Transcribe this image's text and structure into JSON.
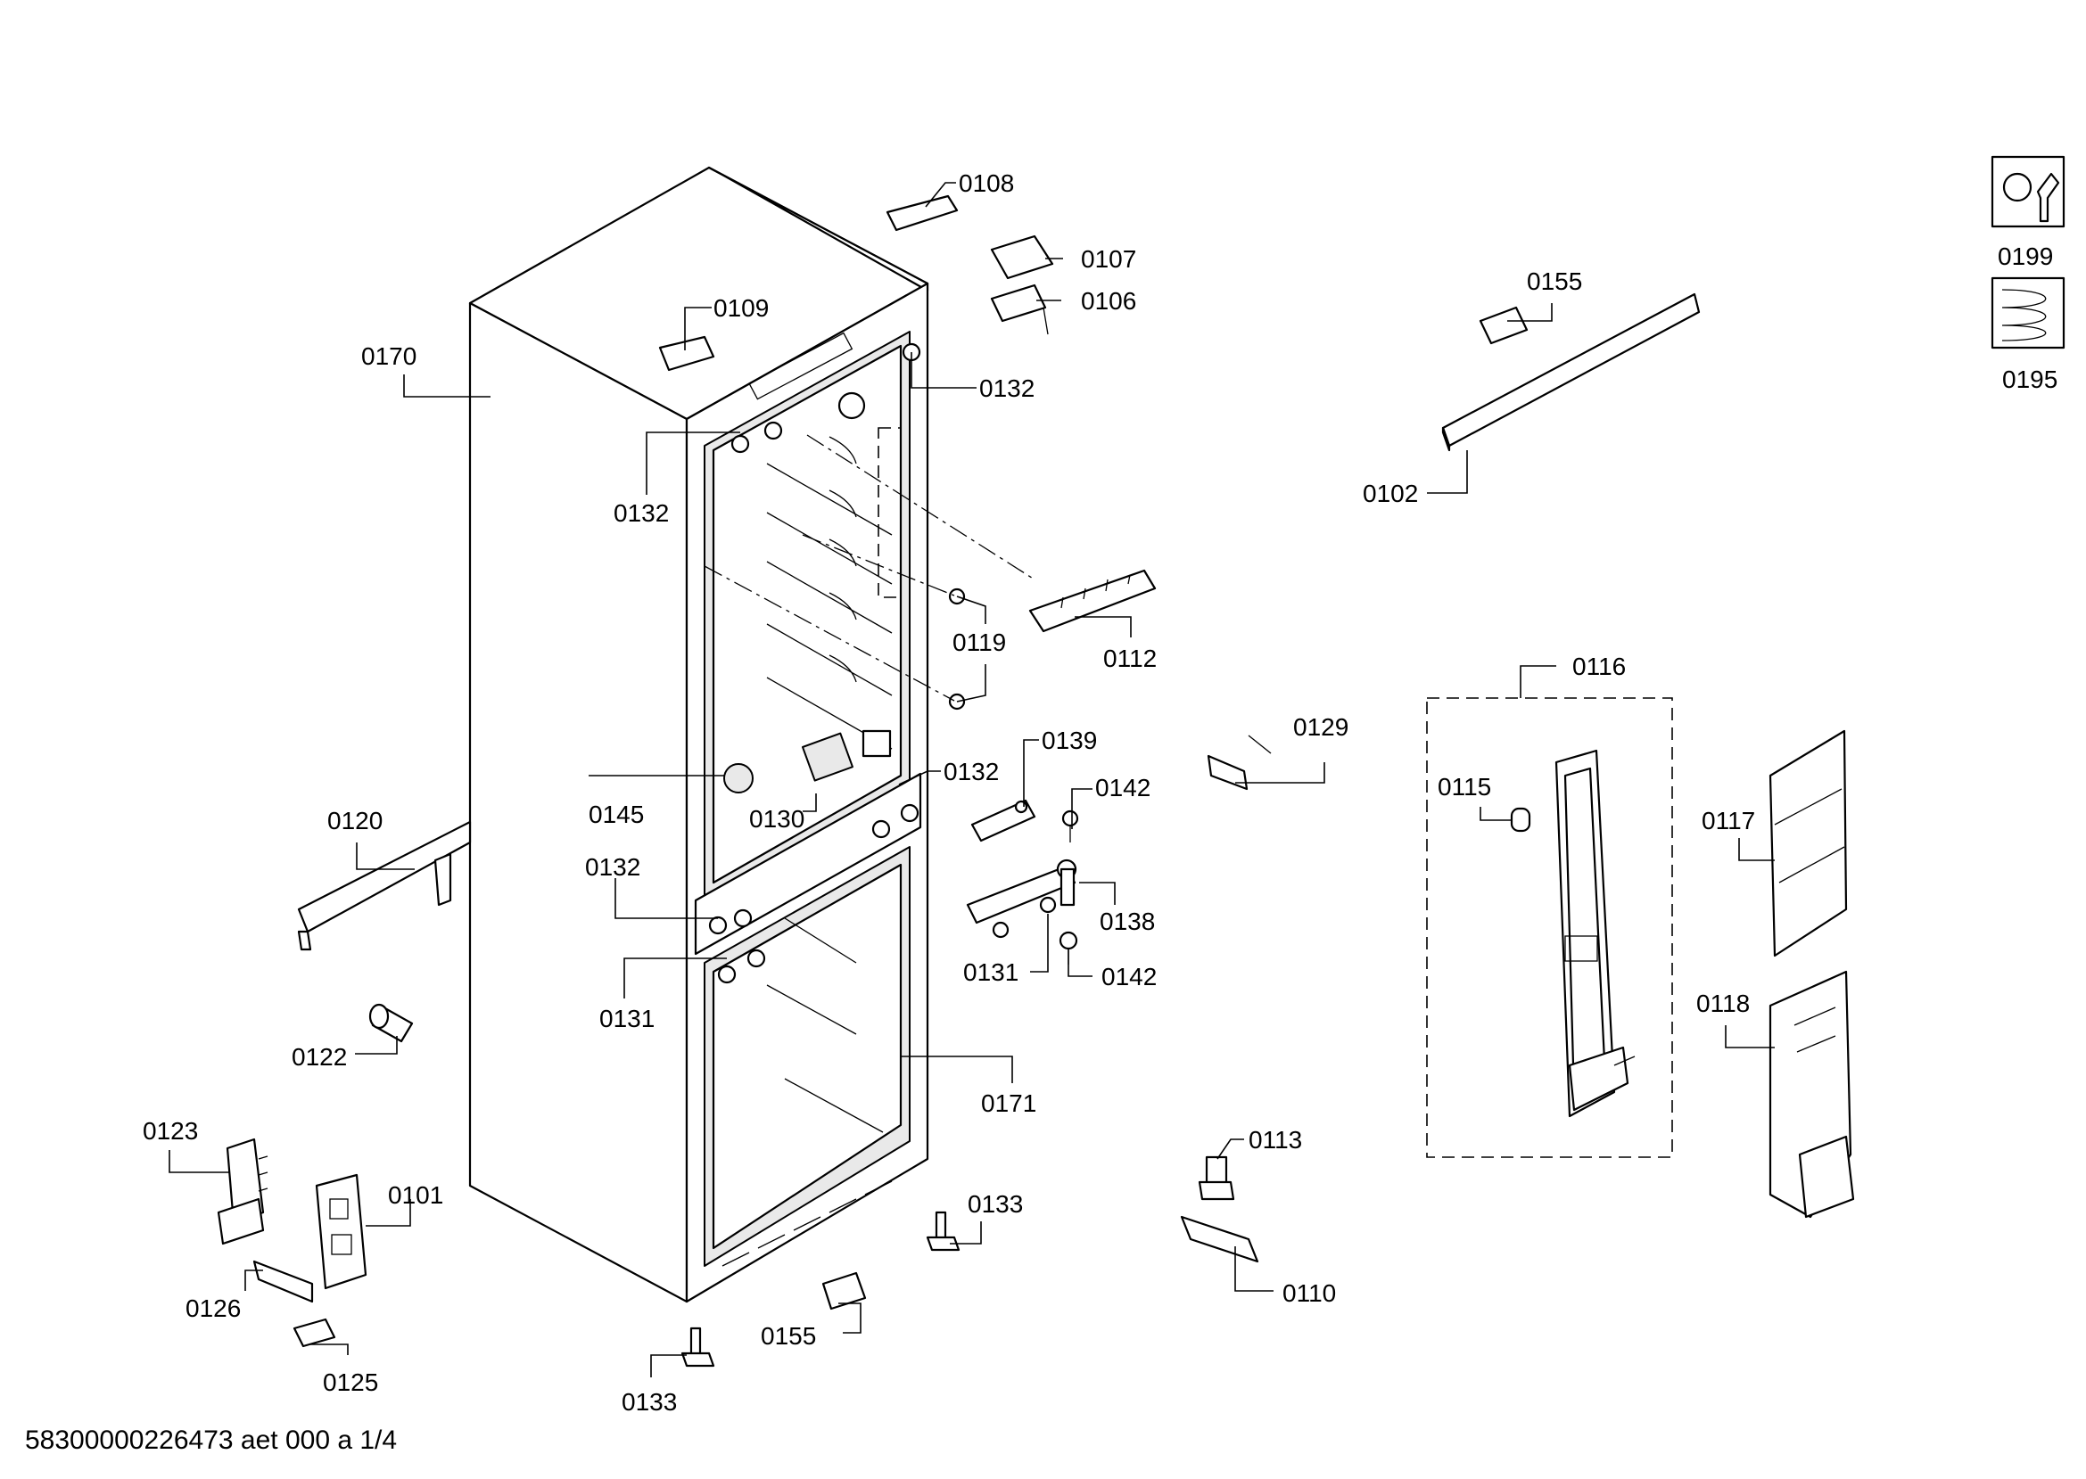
{
  "diagram": {
    "labels": {
      "l0108": "0108",
      "l0107": "0107",
      "l0106": "0106",
      "l0109": "0109",
      "l0170": "0170",
      "l0132a": "0132",
      "l0132b": "0132",
      "l0132c": "0132",
      "l0132d": "0132",
      "l0119": "0119",
      "l0112": "0112",
      "l0145": "0145",
      "l0130": "0130",
      "l0139": "0139",
      "l0142a": "0142",
      "l0142b": "0142",
      "l0138": "0138",
      "l0131a": "0131",
      "l0131b": "0131",
      "l0120": "0120",
      "l0122": "0122",
      "l0171": "0171",
      "l0123": "0123",
      "l0101": "0101",
      "l0126": "0126",
      "l0125": "0125",
      "l0133a": "0133",
      "l0133b": "0133",
      "l0155a": "0155",
      "l0155b": "0155",
      "l0129": "0129",
      "l0113": "0113",
      "l0110": "0110",
      "l0102": "0102",
      "l0116": "0116",
      "l0115": "0115",
      "l0117": "0117",
      "l0118": "0118",
      "l0199": "0199",
      "l0195": "0195"
    },
    "footer": "58300000226473 aet 000 a 1/4"
  }
}
